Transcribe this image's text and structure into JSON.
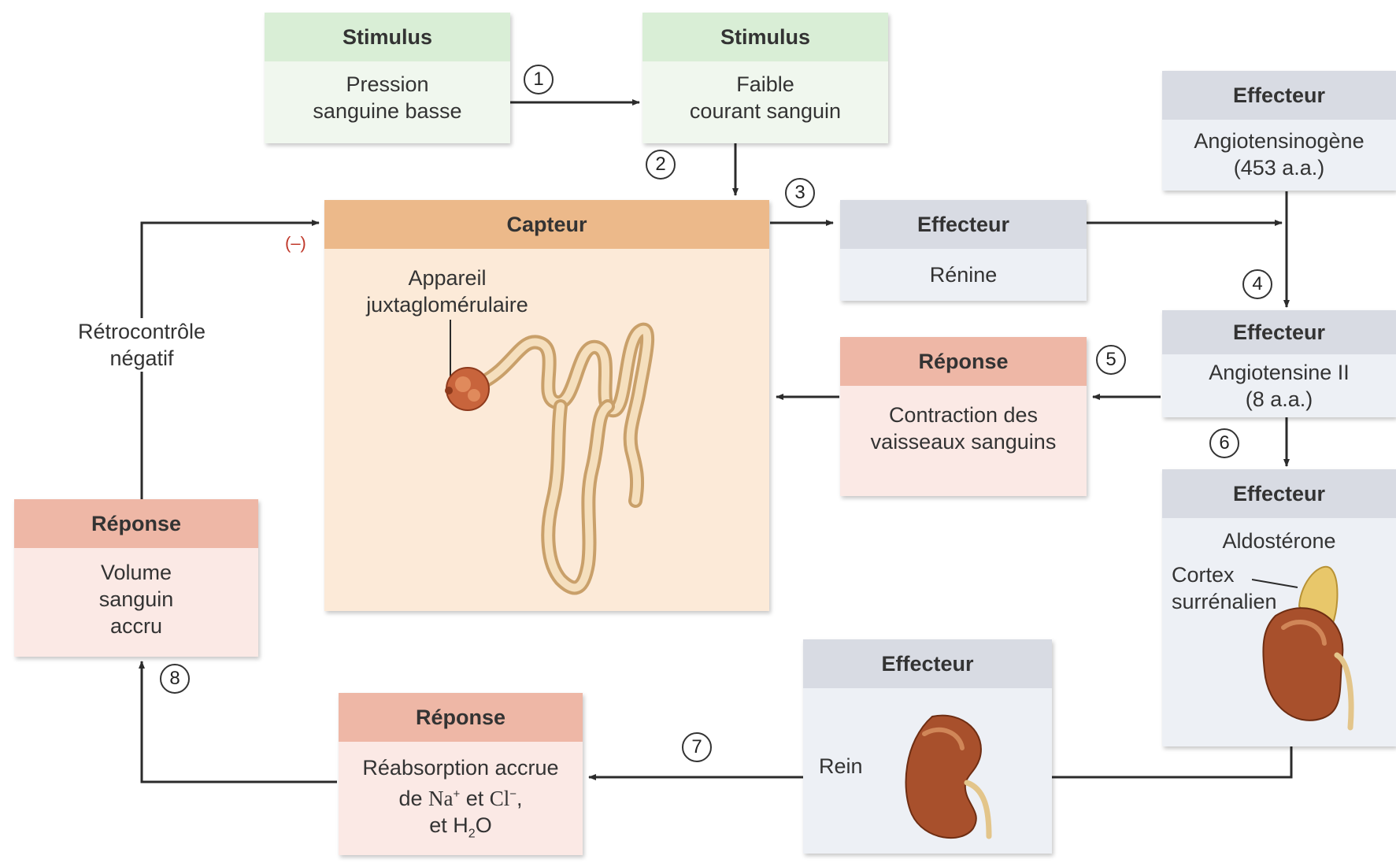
{
  "steps": [
    "1",
    "2",
    "3",
    "4",
    "5",
    "6",
    "7",
    "8"
  ],
  "stimulus_pressure": {
    "header": "Stimulus",
    "line1": "Pression",
    "line2": "sanguine basse"
  },
  "stimulus_flow": {
    "header": "Stimulus",
    "line1": "Faible",
    "line2": "courant sanguin"
  },
  "sensor": {
    "header": "Capteur",
    "label_line1": "Appareil",
    "label_line2": "juxtaglomérulaire"
  },
  "effector_renin": {
    "header": "Effecteur",
    "line1": "Rénine"
  },
  "effector_angiotensinogen": {
    "header": "Effecteur",
    "line1": "Angiotensinogène",
    "line2": "(453 a.a.)"
  },
  "effector_angiotensin2": {
    "header": "Effecteur",
    "line1": "Angiotensine II",
    "line2": "(8 a.a.)"
  },
  "effector_aldosterone": {
    "header": "Effecteur",
    "line1": "Aldostérone",
    "cortex_line1": "Cortex",
    "cortex_line2": "surrénalien"
  },
  "effector_kidney": {
    "header": "Effecteur",
    "label": "Rein"
  },
  "response_contraction": {
    "header": "Réponse",
    "line1": "Contraction des",
    "line2": "vaisseaux sanguins"
  },
  "response_volume": {
    "header": "Réponse",
    "line1": "Volume",
    "line2": "sanguin",
    "line3": "accru"
  },
  "response_reabsorption": {
    "header": "Réponse",
    "line1": "Réabsorption accrue",
    "line2_prefix": "de ",
    "line2_na": "Na",
    "line2_na_sup": "+",
    "line2_mid": " et ",
    "line2_cl": "Cl",
    "line2_cl_sup": "−",
    "line2_suffix": ",",
    "line3_prefix": "et H",
    "line3_sub": "2",
    "line3_suffix": "O"
  },
  "feedback": {
    "line1": "Rétrocontrôle",
    "line2": "négatif",
    "sign": "(–)"
  },
  "colors": {
    "stimulus_header": "#d9eed6",
    "stimulus_body": "#f0f7ee",
    "effector_header": "#d8dbe3",
    "effector_body": "#edf0f5",
    "response_header": "#eeb7a6",
    "response_body": "#fbe9e5",
    "sensor_header": "#ecb98a",
    "sensor_body": "#fcead8",
    "arrow": "#2b2b2b",
    "minus_sign": "#c0392b"
  }
}
